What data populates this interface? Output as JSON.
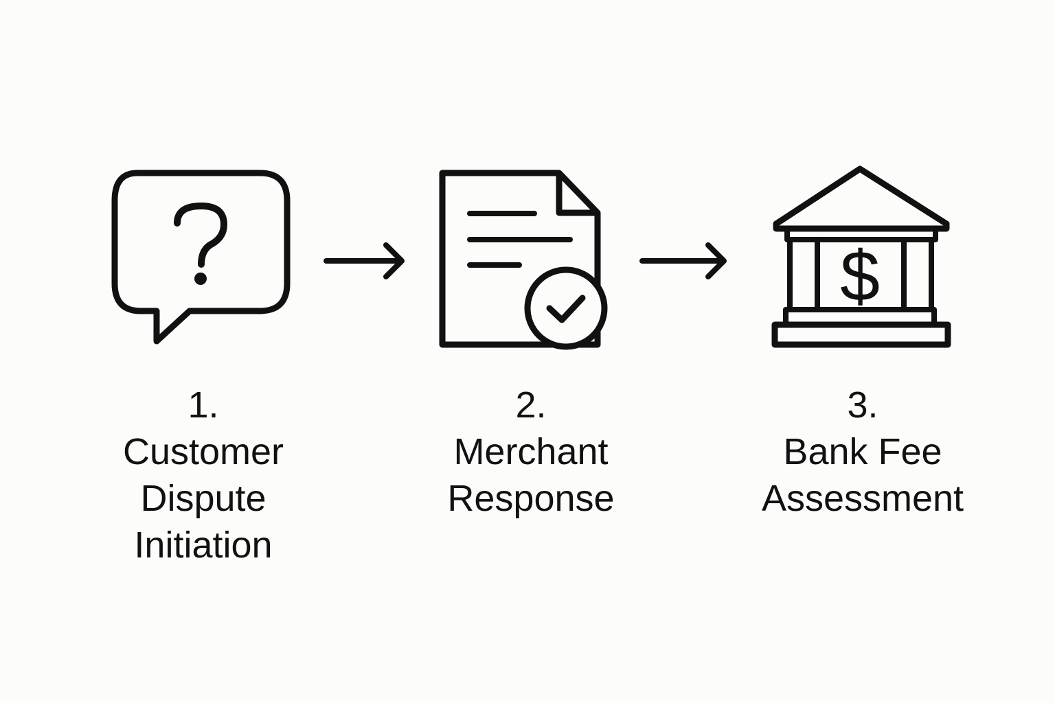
{
  "steps": [
    {
      "number": "1.",
      "label": "Customer\nDispute\nInitiation",
      "icon": "speech-bubble-question-icon"
    },
    {
      "number": "2.",
      "label": "Merchant\nResponse",
      "icon": "document-check-icon"
    },
    {
      "number": "3.",
      "label": "Bank Fee\nAssessment",
      "icon": "bank-dollar-icon"
    }
  ],
  "connectors": [
    {
      "icon": "right-arrow-icon"
    },
    {
      "icon": "right-arrow-icon"
    }
  ],
  "colors": {
    "background": "#fcfcfa",
    "stroke": "#111111"
  }
}
